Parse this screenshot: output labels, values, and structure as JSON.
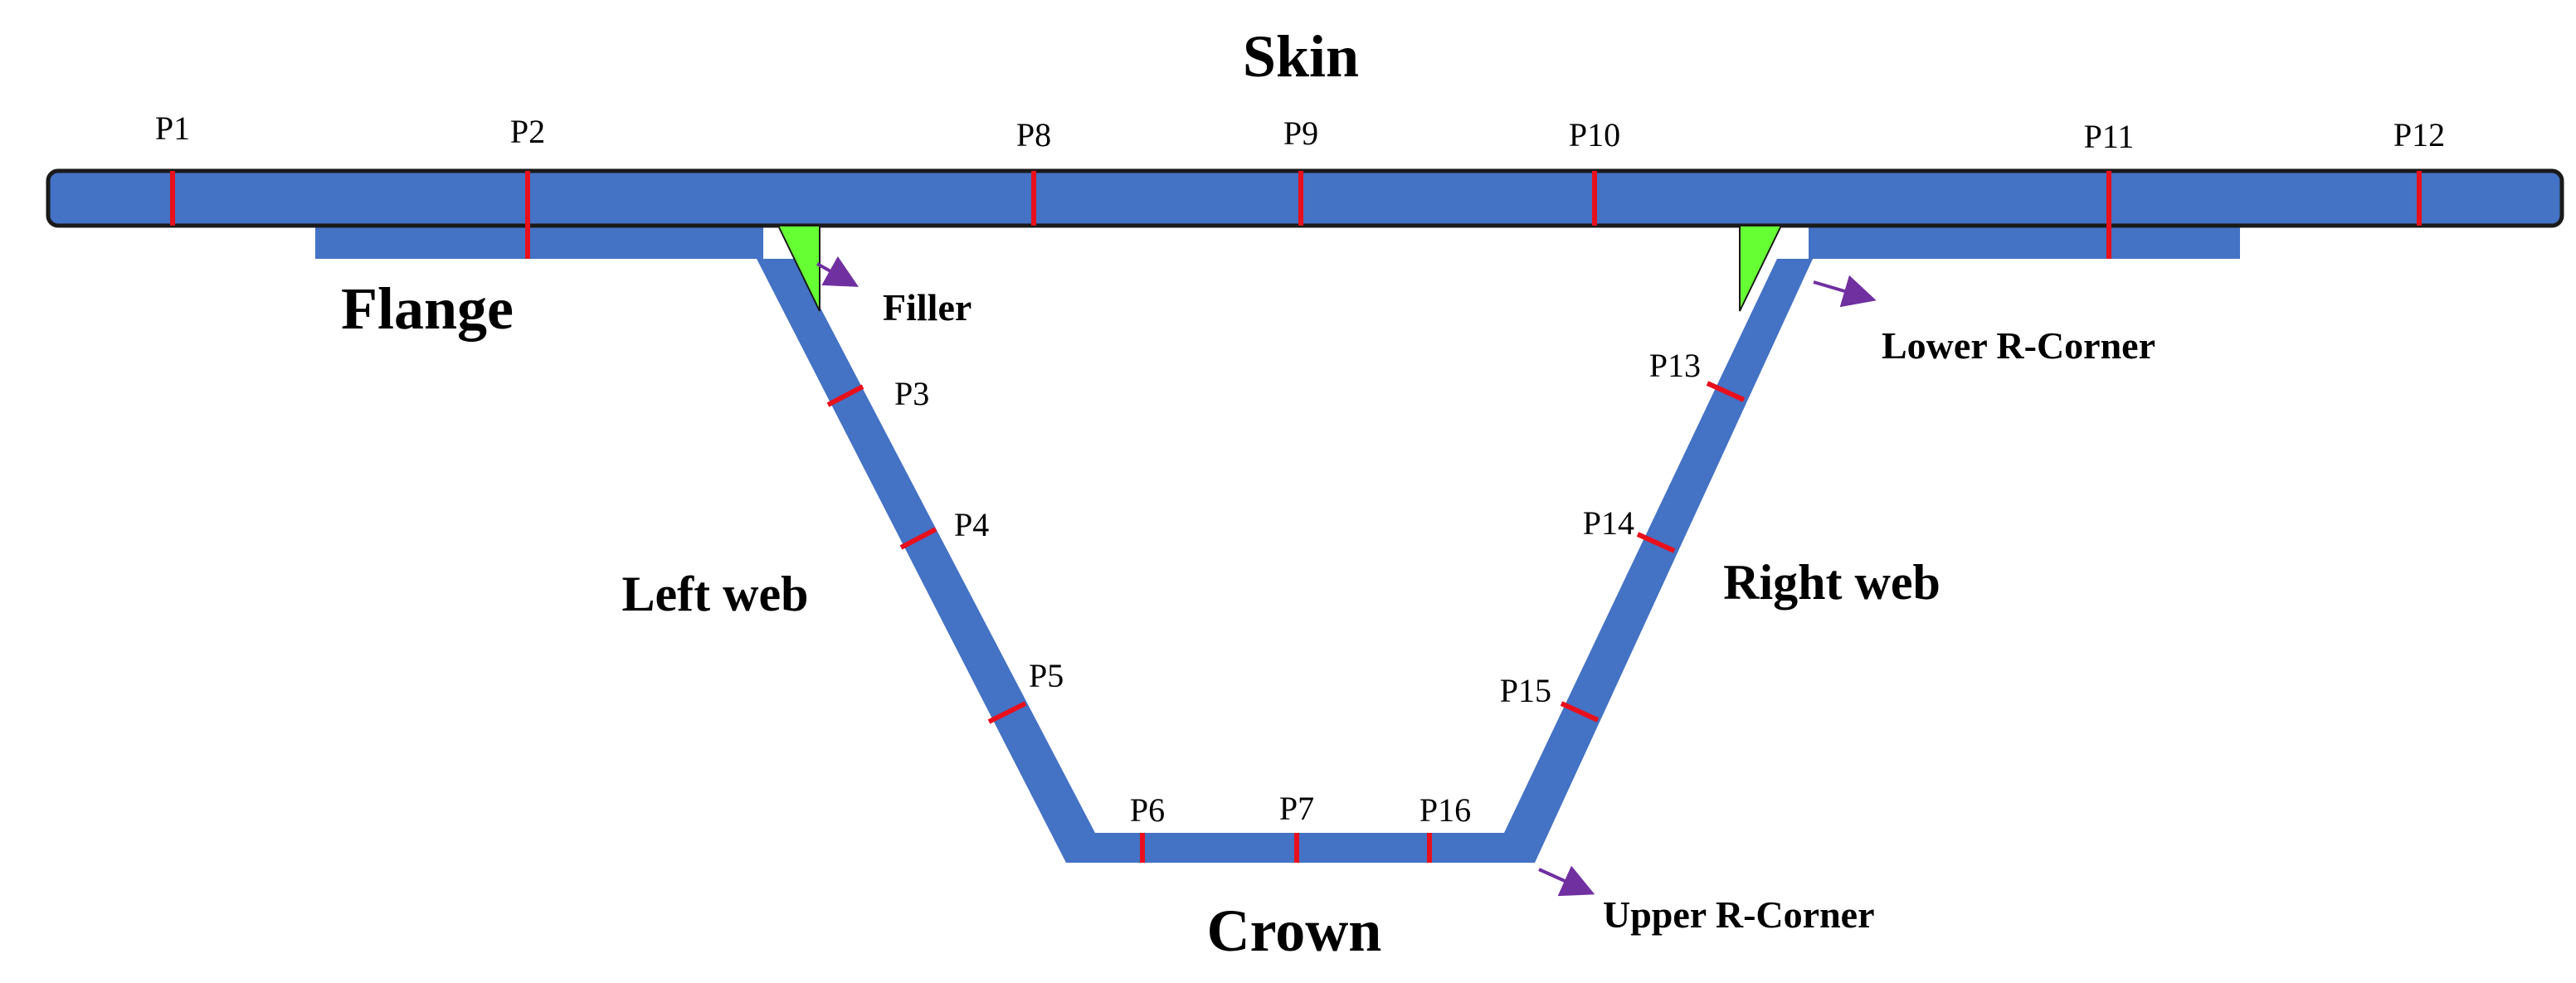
{
  "labels": {
    "skin": "Skin",
    "flange": "Flange",
    "filler": "Filler",
    "lower_r_corner": "Lower R-Corner",
    "left_web": "Left web",
    "right_web": "Right web",
    "crown": "Crown",
    "upper_r_corner": "Upper R-Corner"
  },
  "points": {
    "p1": "P1",
    "p2": "P2",
    "p3": "P3",
    "p4": "P4",
    "p5": "P5",
    "p6": "P6",
    "p7": "P7",
    "p8": "P8",
    "p9": "P9",
    "p10": "P10",
    "p11": "P11",
    "p12": "P12",
    "p13": "P13",
    "p14": "P14",
    "p15": "P15",
    "p16": "P16"
  },
  "colors": {
    "structure": "#4472c4",
    "outline": "#1a1a1a",
    "marker": "#e8101c",
    "filler": "#66ff33",
    "arrow": "#7030a0",
    "text": "#000000"
  }
}
